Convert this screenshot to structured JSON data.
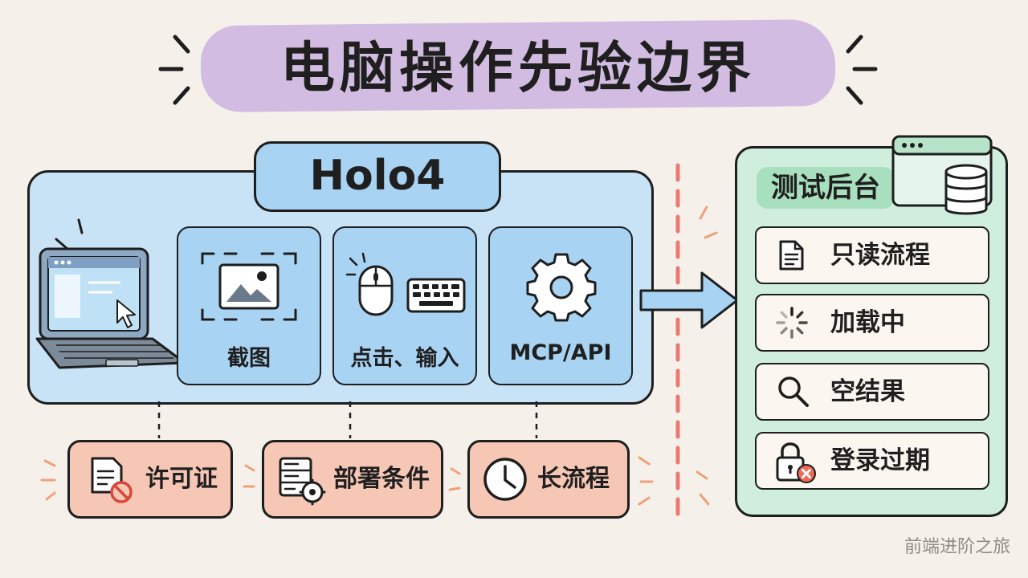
{
  "title": "电脑操作先验边界",
  "holo": {
    "name": "Holo4",
    "modules": [
      {
        "label": "截图",
        "icon": "image-icon"
      },
      {
        "label": "点击、输入",
        "icon": "mouse-keyboard-icon"
      },
      {
        "label": "MCP/API",
        "icon": "gear-icon"
      }
    ]
  },
  "limits": [
    {
      "label": "许可证",
      "icon": "license-document-icon"
    },
    {
      "label": "部署条件",
      "icon": "server-config-icon"
    },
    {
      "label": "长流程",
      "icon": "clock-icon"
    }
  ],
  "backend": {
    "title": "测试后台",
    "items": [
      {
        "label": "只读流程",
        "icon": "document-icon"
      },
      {
        "label": "加载中",
        "icon": "loading-spinner-icon"
      },
      {
        "label": "空结果",
        "icon": "search-icon"
      },
      {
        "label": "登录过期",
        "icon": "expired-lock-icon"
      }
    ]
  },
  "watermark": "前端进阶之旅",
  "colors": {
    "background": "#f5f1ea",
    "title_highlight": "#cdb3df",
    "holo_panel": "#c9e3f6",
    "module": "#a8d3f2",
    "limit_chip": "#f7c7b6",
    "backend_panel": "#cfeedd",
    "divider": "#e97a72"
  }
}
